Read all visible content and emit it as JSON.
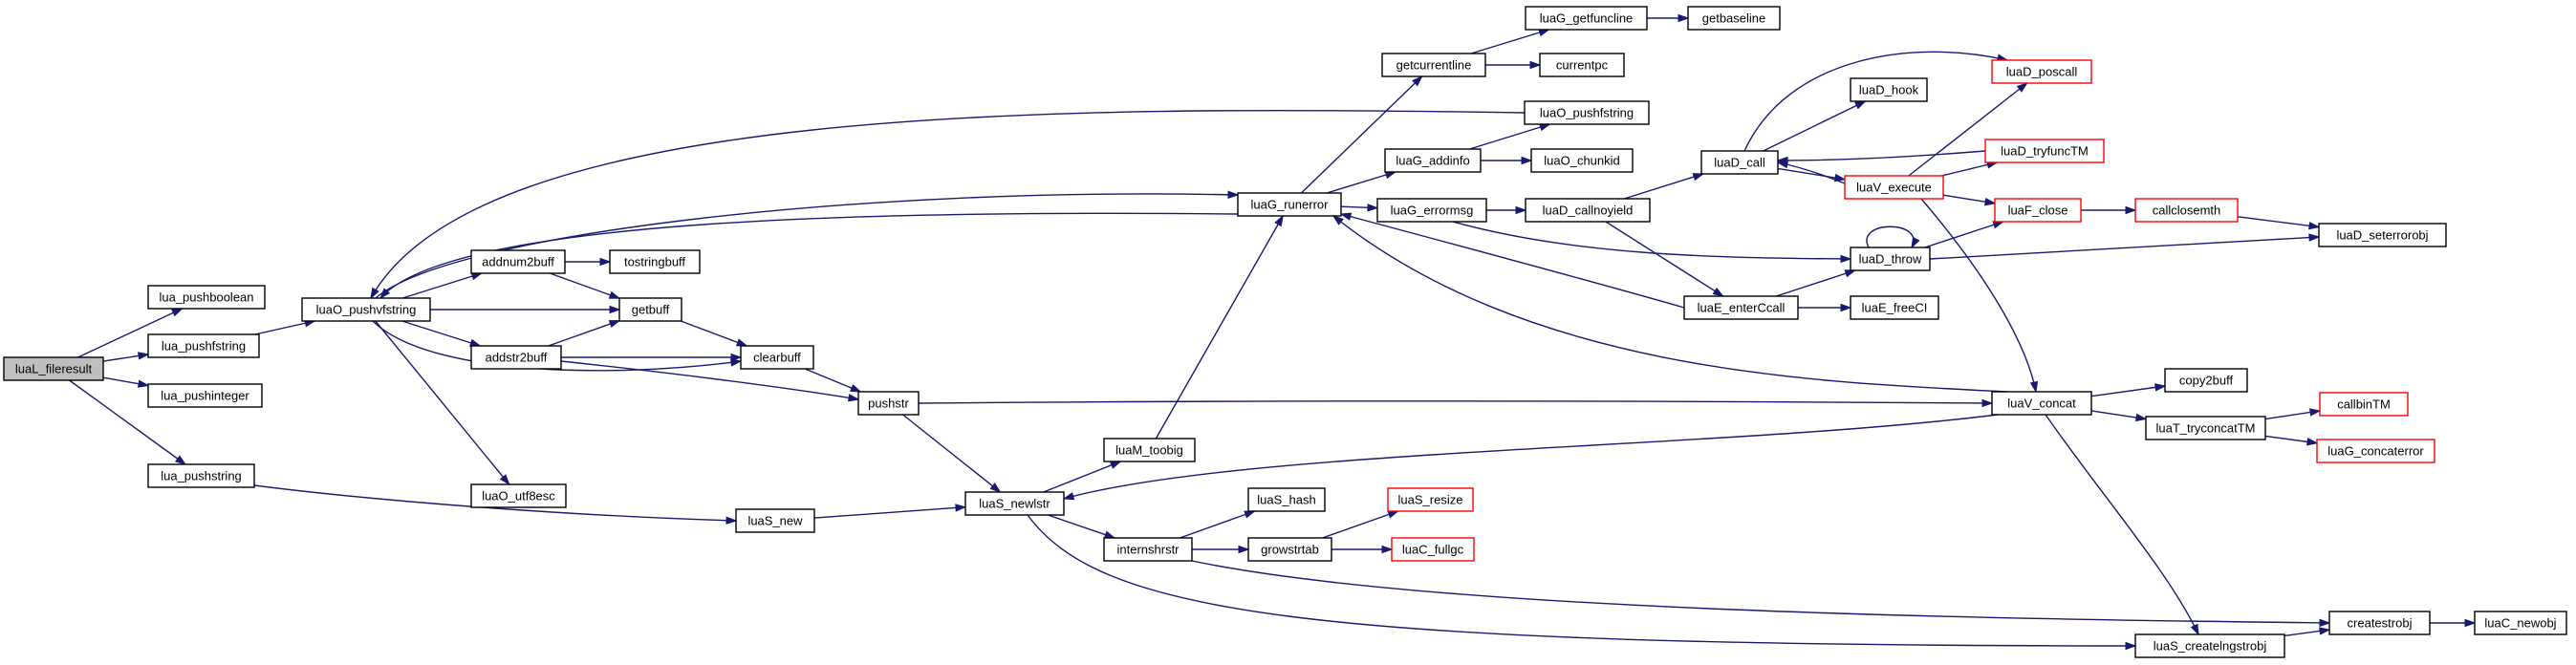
{
  "nodes": [
    {
      "id": "luaL_fileresult",
      "label": "luaL_fileresult",
      "root": true
    },
    {
      "id": "lua_pushboolean",
      "label": "lua_pushboolean"
    },
    {
      "id": "lua_pushfstring",
      "label": "lua_pushfstring"
    },
    {
      "id": "lua_pushinteger",
      "label": "lua_pushinteger"
    },
    {
      "id": "lua_pushstring",
      "label": "lua_pushstring"
    },
    {
      "id": "luaO_pushvfstring",
      "label": "luaO_pushvfstring"
    },
    {
      "id": "addnum2buff",
      "label": "addnum2buff"
    },
    {
      "id": "tostringbuff",
      "label": "tostringbuff"
    },
    {
      "id": "getbuff",
      "label": "getbuff"
    },
    {
      "id": "addstr2buff",
      "label": "addstr2buff"
    },
    {
      "id": "clearbuff",
      "label": "clearbuff"
    },
    {
      "id": "pushstr",
      "label": "pushstr"
    },
    {
      "id": "luaO_utf8esc",
      "label": "luaO_utf8esc"
    },
    {
      "id": "luaS_new",
      "label": "luaS_new"
    },
    {
      "id": "luaS_newlstr",
      "label": "luaS_newlstr"
    },
    {
      "id": "luaM_toobig",
      "label": "luaM_toobig"
    },
    {
      "id": "internshrstr",
      "label": "internshrstr"
    },
    {
      "id": "luaS_hash",
      "label": "luaS_hash"
    },
    {
      "id": "growstrtab",
      "label": "growstrtab"
    },
    {
      "id": "luaS_resize",
      "label": "luaS_resize",
      "truncated": true
    },
    {
      "id": "luaC_fullgc",
      "label": "luaC_fullgc",
      "truncated": true
    },
    {
      "id": "luaG_runerror",
      "label": "luaG_runerror"
    },
    {
      "id": "getcurrentline",
      "label": "getcurrentline"
    },
    {
      "id": "luaG_getfuncline",
      "label": "luaG_getfuncline"
    },
    {
      "id": "getbaseline",
      "label": "getbaseline"
    },
    {
      "id": "currentpc",
      "label": "currentpc"
    },
    {
      "id": "luaO_pushfstring",
      "label": "luaO_pushfstring"
    },
    {
      "id": "luaG_addinfo",
      "label": "luaG_addinfo"
    },
    {
      "id": "luaO_chunkid",
      "label": "luaO_chunkid"
    },
    {
      "id": "luaG_errormsg",
      "label": "luaG_errormsg"
    },
    {
      "id": "luaD_callnoyield",
      "label": "luaD_callnoyield"
    },
    {
      "id": "luaD_call",
      "label": "luaD_call"
    },
    {
      "id": "luaD_hook",
      "label": "luaD_hook"
    },
    {
      "id": "luaD_poscall",
      "label": "luaD_poscall",
      "truncated": true
    },
    {
      "id": "luaV_execute",
      "label": "luaV_execute",
      "truncated": true
    },
    {
      "id": "luaD_tryfuncTM",
      "label": "luaD_tryfuncTM",
      "truncated": true
    },
    {
      "id": "luaF_close",
      "label": "luaF_close",
      "truncated": true
    },
    {
      "id": "callclosemth",
      "label": "callclosemth",
      "truncated": true
    },
    {
      "id": "luaD_seterrorobj",
      "label": "luaD_seterrorobj"
    },
    {
      "id": "luaD_throw",
      "label": "luaD_throw"
    },
    {
      "id": "luaE_enterCcall",
      "label": "luaE_enterCcall"
    },
    {
      "id": "luaE_freeCI",
      "label": "luaE_freeCI"
    },
    {
      "id": "luaV_concat",
      "label": "luaV_concat"
    },
    {
      "id": "copy2buff",
      "label": "copy2buff"
    },
    {
      "id": "luaT_tryconcatTM",
      "label": "luaT_tryconcatTM"
    },
    {
      "id": "callbinTM",
      "label": "callbinTM",
      "truncated": true
    },
    {
      "id": "luaG_concaterror",
      "label": "luaG_concaterror",
      "truncated": true
    },
    {
      "id": "luaS_createlngstrobj",
      "label": "luaS_createlngstrobj"
    },
    {
      "id": "createstrobj",
      "label": "createstrobj"
    },
    {
      "id": "luaC_newobj",
      "label": "luaC_newobj"
    }
  ],
  "edges": [
    {
      "from": "luaL_fileresult",
      "to": "lua_pushboolean"
    },
    {
      "from": "luaL_fileresult",
      "to": "lua_pushfstring"
    },
    {
      "from": "luaL_fileresult",
      "to": "lua_pushinteger"
    },
    {
      "from": "luaL_fileresult",
      "to": "lua_pushstring"
    },
    {
      "from": "lua_pushfstring",
      "to": "luaO_pushvfstring"
    },
    {
      "from": "lua_pushstring",
      "to": "luaS_new"
    },
    {
      "from": "luaO_pushvfstring",
      "to": "addnum2buff"
    },
    {
      "from": "luaO_pushvfstring",
      "to": "getbuff"
    },
    {
      "from": "luaO_pushvfstring",
      "to": "addstr2buff"
    },
    {
      "from": "luaO_pushvfstring",
      "to": "clearbuff"
    },
    {
      "from": "luaO_pushvfstring",
      "to": "luaO_utf8esc"
    },
    {
      "from": "luaO_pushvfstring",
      "to": "luaG_runerror"
    },
    {
      "from": "addnum2buff",
      "to": "tostringbuff"
    },
    {
      "from": "addnum2buff",
      "to": "getbuff"
    },
    {
      "from": "addstr2buff",
      "to": "getbuff"
    },
    {
      "from": "addstr2buff",
      "to": "clearbuff"
    },
    {
      "from": "addstr2buff",
      "to": "pushstr"
    },
    {
      "from": "getbuff",
      "to": "clearbuff"
    },
    {
      "from": "clearbuff",
      "to": "pushstr"
    },
    {
      "from": "pushstr",
      "to": "luaS_newlstr"
    },
    {
      "from": "pushstr",
      "to": "luaV_concat"
    },
    {
      "from": "luaS_new",
      "to": "luaS_newlstr"
    },
    {
      "from": "luaS_newlstr",
      "to": "luaM_toobig"
    },
    {
      "from": "luaS_newlstr",
      "to": "internshrstr"
    },
    {
      "from": "luaS_newlstr",
      "to": "luaS_createlngstrobj"
    },
    {
      "from": "luaM_toobig",
      "to": "luaG_runerror"
    },
    {
      "from": "internshrstr",
      "to": "luaS_hash"
    },
    {
      "from": "internshrstr",
      "to": "growstrtab"
    },
    {
      "from": "internshrstr",
      "to": "createstrobj"
    },
    {
      "from": "growstrtab",
      "to": "luaS_resize"
    },
    {
      "from": "growstrtab",
      "to": "luaC_fullgc"
    },
    {
      "from": "luaG_runerror",
      "to": "getcurrentline"
    },
    {
      "from": "luaG_runerror",
      "to": "luaG_addinfo"
    },
    {
      "from": "luaG_runerror",
      "to": "luaG_errormsg"
    },
    {
      "from": "luaG_runerror",
      "to": "luaO_pushvfstring"
    },
    {
      "from": "getcurrentline",
      "to": "luaG_getfuncline"
    },
    {
      "from": "getcurrentline",
      "to": "currentpc"
    },
    {
      "from": "luaG_getfuncline",
      "to": "getbaseline"
    },
    {
      "from": "luaG_addinfo",
      "to": "luaO_pushfstring"
    },
    {
      "from": "luaG_addinfo",
      "to": "luaO_chunkid"
    },
    {
      "from": "luaO_pushfstring",
      "to": "luaO_pushvfstring"
    },
    {
      "from": "luaG_errormsg",
      "to": "luaD_callnoyield"
    },
    {
      "from": "luaG_errormsg",
      "to": "luaD_throw"
    },
    {
      "from": "luaD_callnoyield",
      "to": "luaD_call"
    },
    {
      "from": "luaD_callnoyield",
      "to": "luaE_enterCcall"
    },
    {
      "from": "luaD_call",
      "to": "luaD_hook"
    },
    {
      "from": "luaD_call",
      "to": "luaD_poscall"
    },
    {
      "from": "luaD_call",
      "to": "luaV_execute"
    },
    {
      "from": "luaV_execute",
      "to": "luaD_poscall"
    },
    {
      "from": "luaV_execute",
      "to": "luaD_tryfuncTM"
    },
    {
      "from": "luaV_execute",
      "to": "luaF_close"
    },
    {
      "from": "luaV_execute",
      "to": "luaD_call"
    },
    {
      "from": "luaV_execute",
      "to": "luaV_concat"
    },
    {
      "from": "luaD_tryfuncTM",
      "to": "luaD_call"
    },
    {
      "from": "luaF_close",
      "to": "callclosemth"
    },
    {
      "from": "callclosemth",
      "to": "luaD_seterrorobj"
    },
    {
      "from": "luaD_throw",
      "to": "luaD_throw"
    },
    {
      "from": "luaD_throw",
      "to": "luaF_close"
    },
    {
      "from": "luaD_throw",
      "to": "luaD_seterrorobj"
    },
    {
      "from": "luaE_enterCcall",
      "to": "luaD_throw"
    },
    {
      "from": "luaE_enterCcall",
      "to": "luaE_freeCI"
    },
    {
      "from": "luaE_enterCcall",
      "to": "luaG_runerror"
    },
    {
      "from": "luaV_concat",
      "to": "copy2buff"
    },
    {
      "from": "luaV_concat",
      "to": "luaT_tryconcatTM"
    },
    {
      "from": "luaV_concat",
      "to": "luaS_newlstr"
    },
    {
      "from": "luaV_concat",
      "to": "luaS_createlngstrobj"
    },
    {
      "from": "luaV_concat",
      "to": "luaG_runerror"
    },
    {
      "from": "luaT_tryconcatTM",
      "to": "callbinTM"
    },
    {
      "from": "luaT_tryconcatTM",
      "to": "luaG_concaterror"
    },
    {
      "from": "luaS_createlngstrobj",
      "to": "createstrobj"
    },
    {
      "from": "createstrobj",
      "to": "luaC_newobj"
    }
  ]
}
